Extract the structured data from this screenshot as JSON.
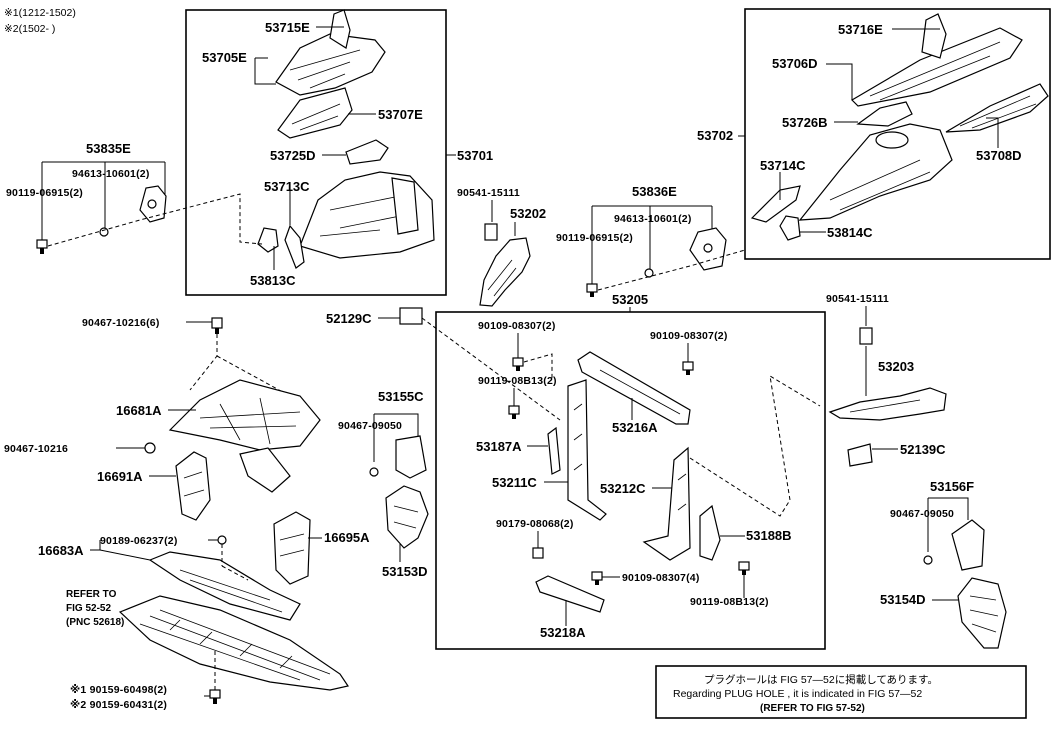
{
  "legend": {
    "line1": "※1(1212-1502)",
    "line2": "※2(1502-      )"
  },
  "assemblies": {
    "left_upper_box": "53701",
    "right_upper_box": "53702",
    "center_box": "53205"
  },
  "labels": {
    "p53715E": "53715E",
    "p53705E": "53705E",
    "p53707E": "53707E",
    "p53725D": "53725D",
    "p53713C": "53713C",
    "p53813C": "53813C",
    "p53716E": "53716E",
    "p53706D": "53706D",
    "p53726B": "53726B",
    "p53708D": "53708D",
    "p53714C": "53714C",
    "p53814C": "53814C",
    "p53835E": "53835E",
    "b94613_L": "94613-10601(2)",
    "b90119_L": "90119-06915(2)",
    "b90541_L": "90541-15111",
    "p53202": "53202",
    "p53836E": "53836E",
    "b94613_R": "94613-10601(2)",
    "b90119_R": "90119-06915(2)",
    "b90541_R": "90541-15111",
    "p53203": "53203",
    "b90467_10216_6": "90467-10216(6)",
    "p52129C": "52129C",
    "p16681A": "16681A",
    "b90467_10216": "90467-10216",
    "p16691A": "16691A",
    "p53155C": "53155C",
    "b90467_09050_L": "90467-09050",
    "p16695A": "16695A",
    "p16683A": "16683A",
    "b90189": "90189-06237(2)",
    "p53153D": "53153D",
    "refer_1": "REFER TO",
    "refer_2": "FIG 52-52",
    "refer_3": "(PNC 52618)",
    "b90159_1": "※1 90159-60498(2)",
    "b90159_2": "※2 90159-60431(2)",
    "b90109_a": "90109-08307(2)",
    "b90109_b": "90109-08307(2)",
    "b90119_08813_a": "90119-08B13(2)",
    "p53216A": "53216A",
    "p53187A": "53187A",
    "p53211C": "53211C",
    "p53212C": "53212C",
    "b90179": "90179-08068(2)",
    "p53188B": "53188B",
    "b90109_c": "90109-08307(4)",
    "b90119_08813_b": "90119-08B13(2)",
    "p53218A": "53218A",
    "p52139C": "52139C",
    "p53156F": "53156F",
    "b90467_09050_R": "90467-09050",
    "p53154D": "53154D"
  },
  "note": {
    "line_jp": "プラグホールは FIG 57―52に掲載してあります。",
    "line_en": "Regarding  PLUG HOLE , it is indicated in FIG  57―52",
    "line_ref": "(REFER TO FIG 57-52)"
  }
}
